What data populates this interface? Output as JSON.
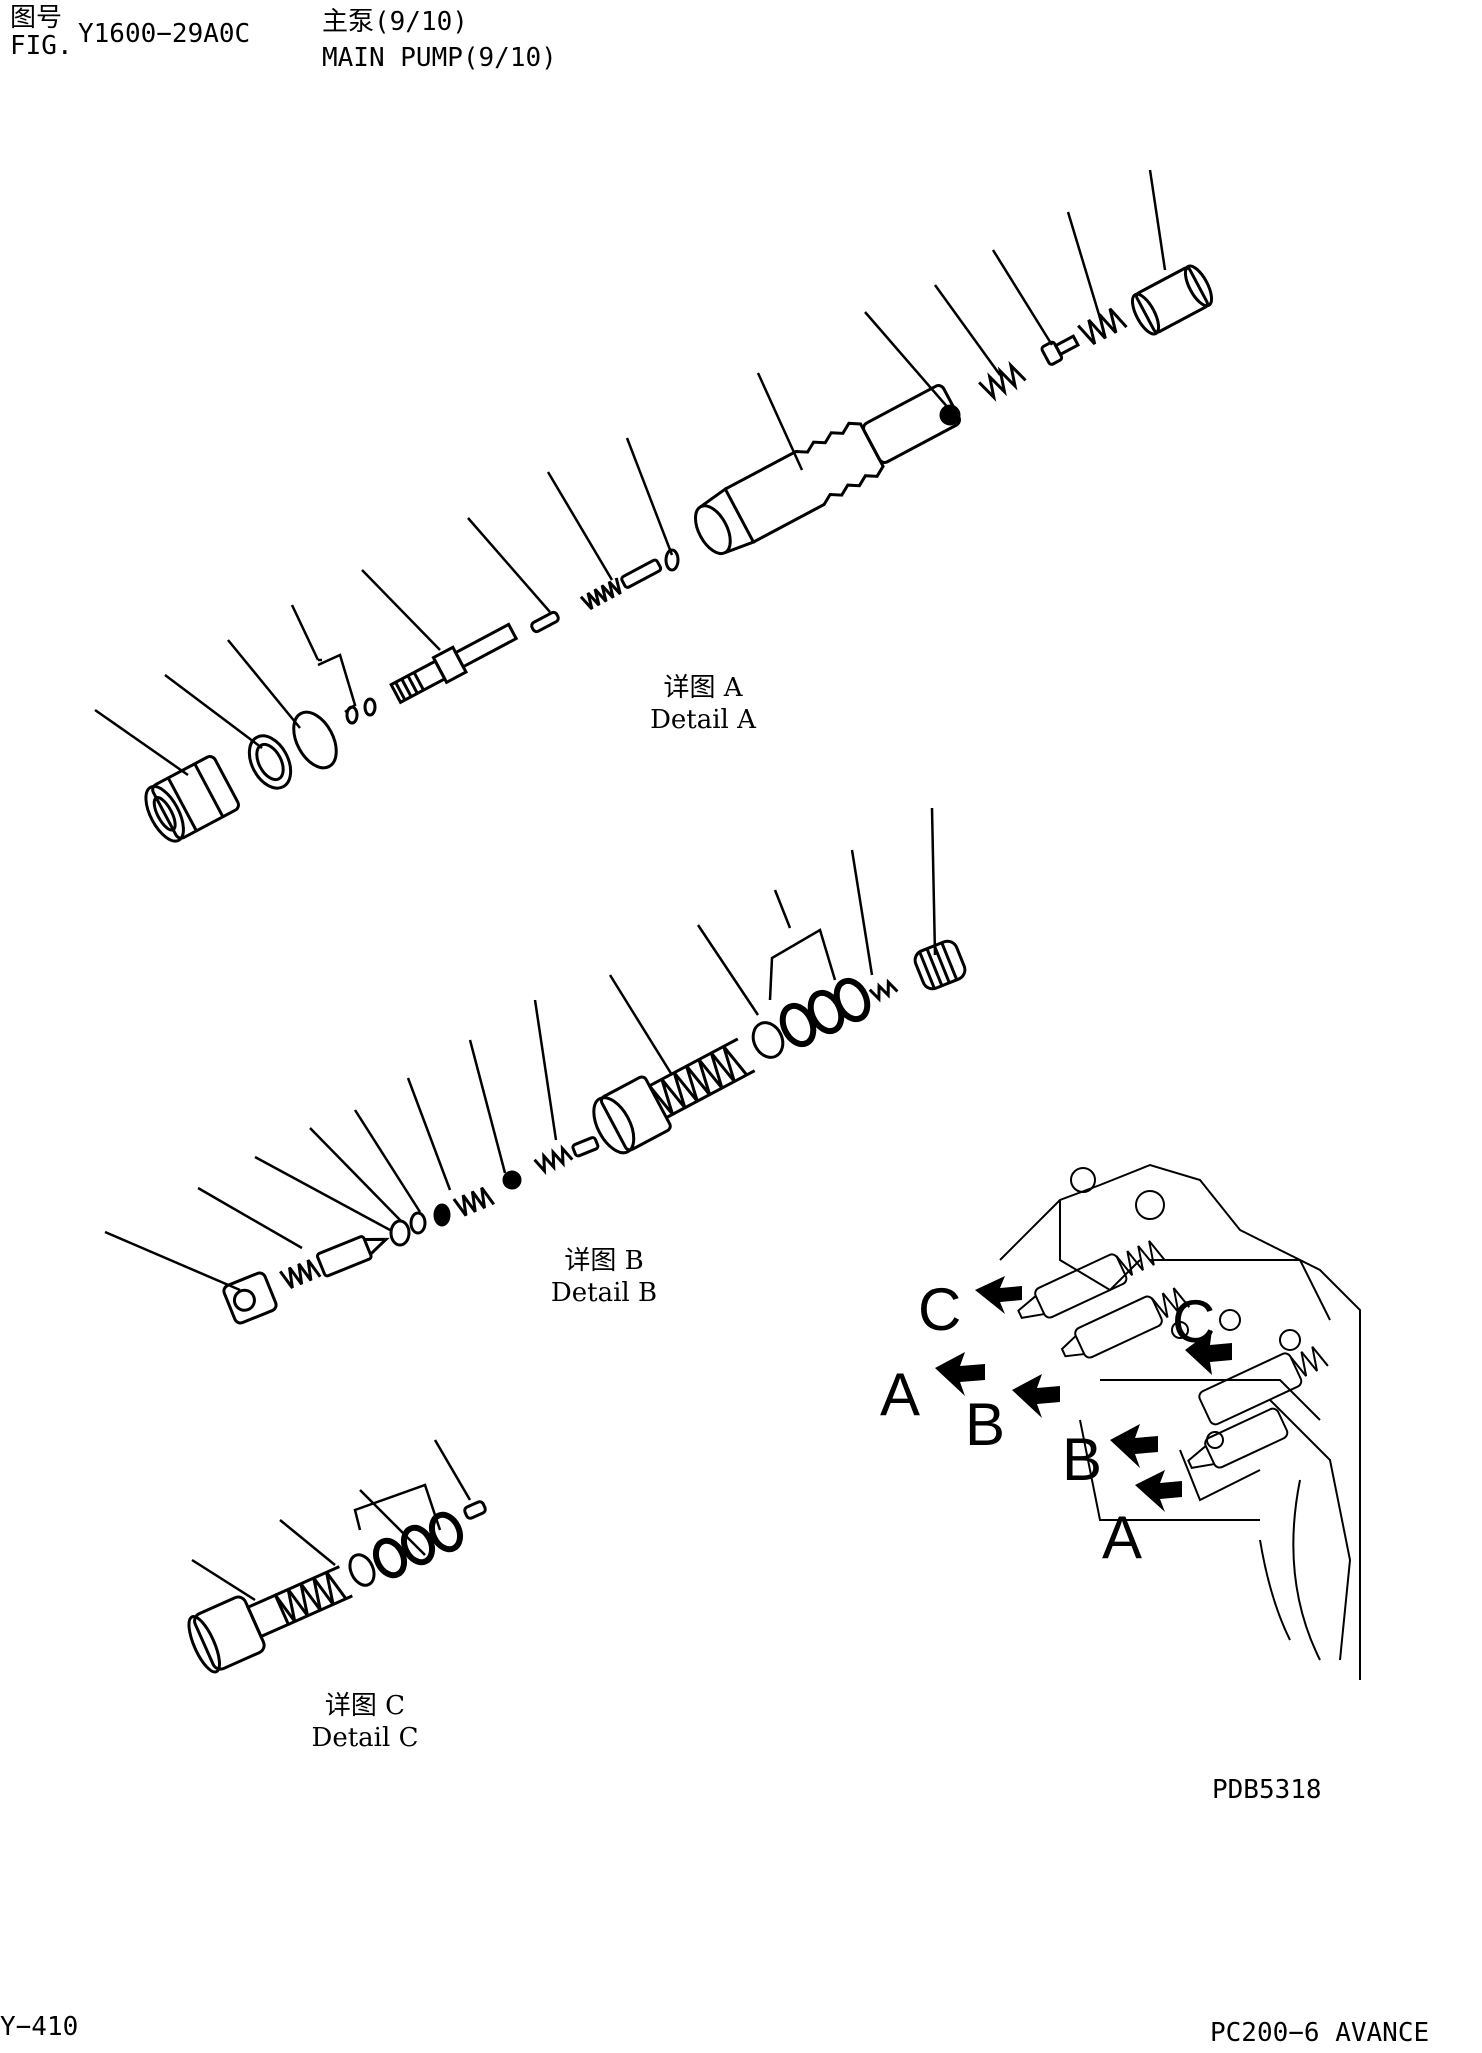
{
  "header": {
    "fig_zh": "图号",
    "fig_en": "FIG.",
    "fig_no": "Y1600−29A0C",
    "title_zh": "主泵(9/10)",
    "title_en": "MAIN PUMP(9/10)"
  },
  "details": {
    "a": {
      "zh": "详图 A",
      "en": "Detail A"
    },
    "b": {
      "zh": "详图 B",
      "en": "Detail B"
    },
    "c": {
      "zh": "详图 C",
      "en": "Detail C"
    }
  },
  "locator_labels": [
    "C",
    "C",
    "A",
    "B",
    "B",
    "A"
  ],
  "drawing_code": "PDB5318",
  "footer": {
    "page": "Y−410",
    "model": "PC200−6 AVANCE"
  }
}
